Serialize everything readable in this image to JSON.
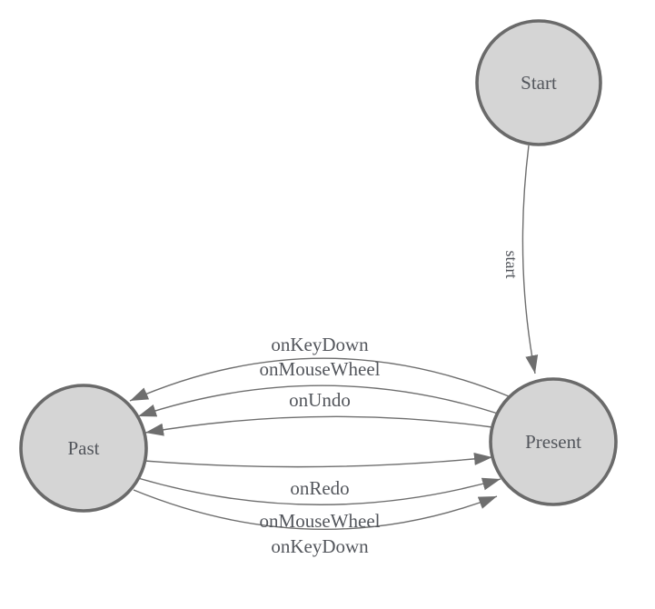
{
  "diagram": {
    "type": "state-machine",
    "colors": {
      "background": "#ffffff",
      "node_fill": "#d5d5d5",
      "node_stroke": "#6a6a6a",
      "edge": "#6e6e6e",
      "label": "#53565c"
    },
    "nodes": [
      {
        "id": "start",
        "label": "Start"
      },
      {
        "id": "present",
        "label": "Present"
      },
      {
        "id": "past",
        "label": "Past"
      }
    ],
    "edges": [
      {
        "from": "start",
        "to": "present",
        "label": "start"
      },
      {
        "from": "present",
        "to": "past",
        "label": "onKeyDown"
      },
      {
        "from": "present",
        "to": "past",
        "label": "onMouseWheel"
      },
      {
        "from": "present",
        "to": "past",
        "label": "onUndo"
      },
      {
        "from": "past",
        "to": "present",
        "label": "onRedo"
      },
      {
        "from": "past",
        "to": "present",
        "label": "onMouseWheel"
      },
      {
        "from": "past",
        "to": "present",
        "label": "onKeyDown"
      }
    ]
  }
}
